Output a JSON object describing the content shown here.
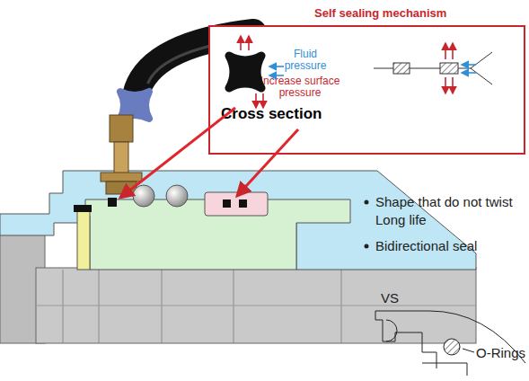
{
  "diagram": {
    "nodes": [
      {
        "text": [
          "Self sealing mechanism",
          "Fluid pressure",
          "Increase surface pressure",
          "Cross section"
        ]
      }
    ],
    "labels": [
      "Shape that do not twist Long life",
      "Bidirectional seal",
      "VS",
      "O-Rings"
    ]
  }
}
